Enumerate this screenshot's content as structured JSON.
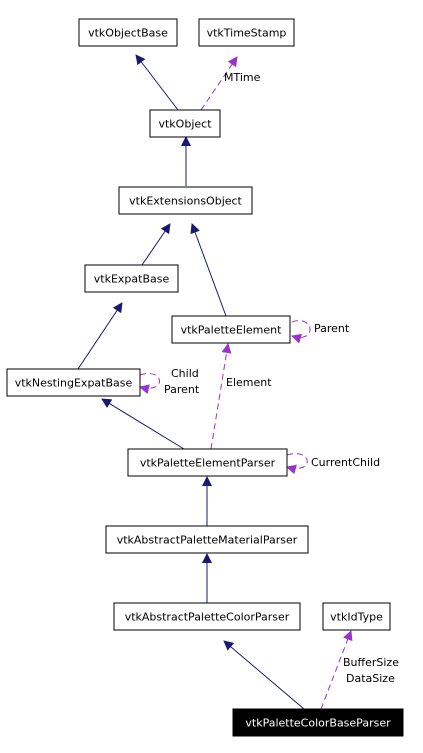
{
  "nodes": {
    "vtkObjectBase": "vtkObjectBase",
    "vtkTimeStamp": "vtkTimeStamp",
    "vtkObject": "vtkObject",
    "vtkExtensionsObject": "vtkExtensionsObject",
    "vtkExpatBase": "vtkExpatBase",
    "vtkPaletteElement": "vtkPaletteElement",
    "vtkNestingExpatBase": "vtkNestingExpatBase",
    "vtkPaletteElementParser": "vtkPaletteElementParser",
    "vtkAbstractPaletteMaterialParser": "vtkAbstractPaletteMaterialParser",
    "vtkAbstractPaletteColorParser": "vtkAbstractPaletteColorParser",
    "vtkIdType": "vtkIdType",
    "vtkPaletteColorBaseParser": "vtkPaletteColorBaseParser"
  },
  "edge_labels": {
    "mtime": "MTime",
    "parent_self": "Parent",
    "child": "Child",
    "parent": "Parent",
    "element": "Element",
    "current_child": "CurrentChild",
    "buffer_size": "BufferSize",
    "data_size": "DataSize"
  },
  "colors": {
    "inheritance_edge": "#191970",
    "usage_edge": "#9a32cd",
    "focus_node_fill": "#000000",
    "focus_node_text": "#ffffff"
  }
}
